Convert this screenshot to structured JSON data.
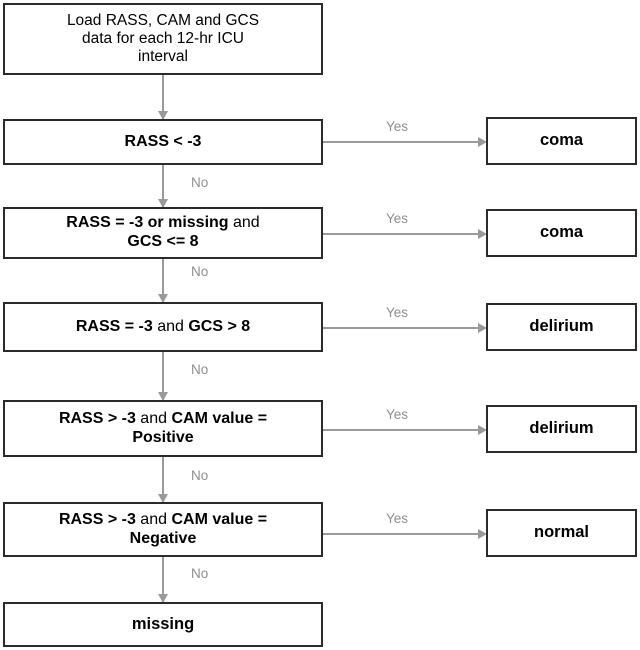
{
  "diagram": {
    "title": "RASS/CAM/GCS 12-hour ICU interval classification flowchart",
    "colors": {
      "box_border": "#2b2b2b",
      "box_fill": "#ffffff",
      "text": "#000000",
      "connector": "#9a9a9a",
      "edge_label_text": "#8f8f8f"
    },
    "start": {
      "label": "Load RASS, CAM and GCS data for each 12-hr ICU interval",
      "line1": "Load RASS, CAM and GCS",
      "line2": "data for each 12-hr ICU",
      "line3": "interval"
    },
    "decisions": [
      {
        "id": "d1",
        "label": "RASS < -3",
        "parts": [
          {
            "text": "RASS < -3",
            "emphasis": "bold"
          }
        ],
        "yes_label": "Yes",
        "no_label": "No",
        "yes_target": "coma",
        "no_target": "d2"
      },
      {
        "id": "d2",
        "label": "RASS = -3 or missing and GCS <= 8",
        "parts": [
          {
            "text": "RASS = -3 or missing",
            "emphasis": "bold"
          },
          {
            "text": " and",
            "emphasis": "normal"
          },
          {
            "text": "\n",
            "emphasis": "break"
          },
          {
            "text": "GCS <= 8",
            "emphasis": "bold"
          }
        ],
        "yes_label": "Yes",
        "no_label": "No",
        "yes_target": "coma",
        "no_target": "d3"
      },
      {
        "id": "d3",
        "label": "RASS = -3 and GCS > 8",
        "parts": [
          {
            "text": "RASS = -3",
            "emphasis": "bold"
          },
          {
            "text": " and ",
            "emphasis": "normal"
          },
          {
            "text": "GCS > 8",
            "emphasis": "bold"
          }
        ],
        "yes_label": "Yes",
        "no_label": "No",
        "yes_target": "delirium",
        "no_target": "d4"
      },
      {
        "id": "d4",
        "label": "RASS > -3 and CAM value = Positive",
        "parts": [
          {
            "text": "RASS > -3",
            "emphasis": "bold"
          },
          {
            "text": " and ",
            "emphasis": "normal"
          },
          {
            "text": "CAM value =",
            "emphasis": "bold"
          },
          {
            "text": "\n",
            "emphasis": "break"
          },
          {
            "text": "Positive",
            "emphasis": "bold"
          }
        ],
        "yes_label": "Yes",
        "no_label": "No",
        "yes_target": "delirium",
        "no_target": "d5"
      },
      {
        "id": "d5",
        "label": "RASS > -3 and CAM value = Negative",
        "parts": [
          {
            "text": "RASS > -3",
            "emphasis": "bold"
          },
          {
            "text": " and ",
            "emphasis": "normal"
          },
          {
            "text": "CAM value =",
            "emphasis": "bold"
          },
          {
            "text": "\n",
            "emphasis": "break"
          },
          {
            "text": "Negative",
            "emphasis": "bold"
          }
        ],
        "yes_label": "Yes",
        "no_label": "No",
        "yes_target": "normal",
        "no_target": "missing"
      }
    ],
    "outcomes": [
      {
        "id": "o1",
        "label": "coma"
      },
      {
        "id": "o2",
        "label": "coma"
      },
      {
        "id": "o3",
        "label": "delirium"
      },
      {
        "id": "o4",
        "label": "delirium"
      },
      {
        "id": "o5",
        "label": "normal"
      }
    ],
    "terminal": {
      "id": "missing",
      "label": "missing"
    },
    "edge_labels": {
      "yes": "Yes",
      "no": "No"
    },
    "decision_text": {
      "d1_bold_a": "RASS < -3",
      "d2_bold_a": "RASS = -3 or missing",
      "d2_lite_a": " and",
      "d2_bold_b": "GCS <= 8",
      "d3_bold_a": "RASS = -3",
      "d3_lite_a": " and ",
      "d3_bold_b": "GCS > 8",
      "d4_bold_a": "RASS > -3",
      "d4_lite_a": " and ",
      "d4_bold_b": "CAM value =",
      "d4_bold_c": "Positive",
      "d5_bold_a": "RASS > -3",
      "d5_lite_a": " and ",
      "d5_bold_b": "CAM value =",
      "d5_bold_c": "Negative"
    }
  }
}
